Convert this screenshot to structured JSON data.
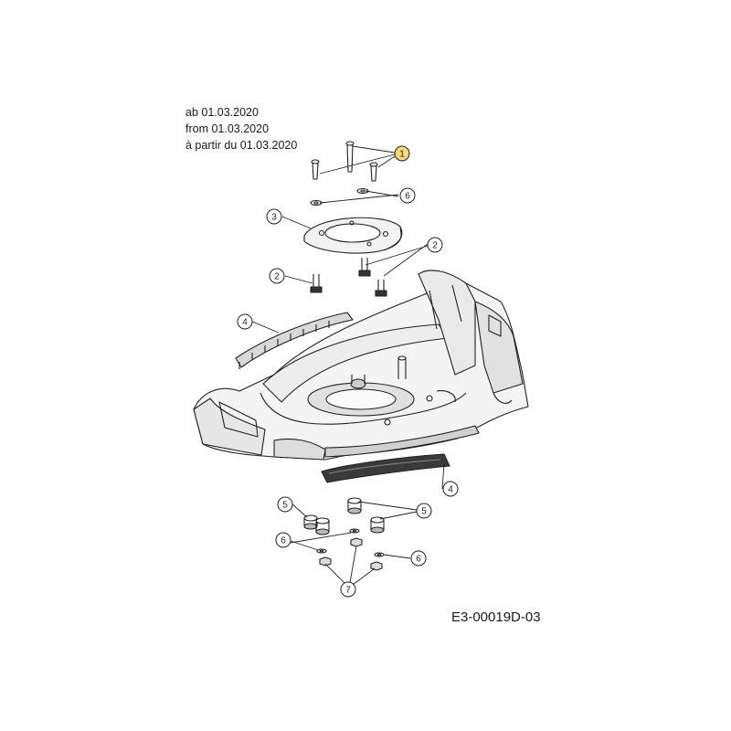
{
  "validity": {
    "de": "ab 01.03.2020",
    "en": "from 01.03.2020",
    "fr": "à partir du 01.03.2020"
  },
  "document_code": "E3-00019D-03",
  "highlight_color": "#f4d97a",
  "callouts": [
    {
      "id": "c1",
      "label": "1",
      "highlight": true
    },
    {
      "id": "c6a",
      "label": "6"
    },
    {
      "id": "c3",
      "label": "3"
    },
    {
      "id": "c2a",
      "label": "2"
    },
    {
      "id": "c2b",
      "label": "2"
    },
    {
      "id": "c4a",
      "label": "4"
    },
    {
      "id": "c4b",
      "label": "4"
    },
    {
      "id": "c5a",
      "label": "5"
    },
    {
      "id": "c5b",
      "label": "5"
    },
    {
      "id": "c6b",
      "label": "6"
    },
    {
      "id": "c6c",
      "label": "6"
    },
    {
      "id": "c7",
      "label": "7"
    }
  ]
}
